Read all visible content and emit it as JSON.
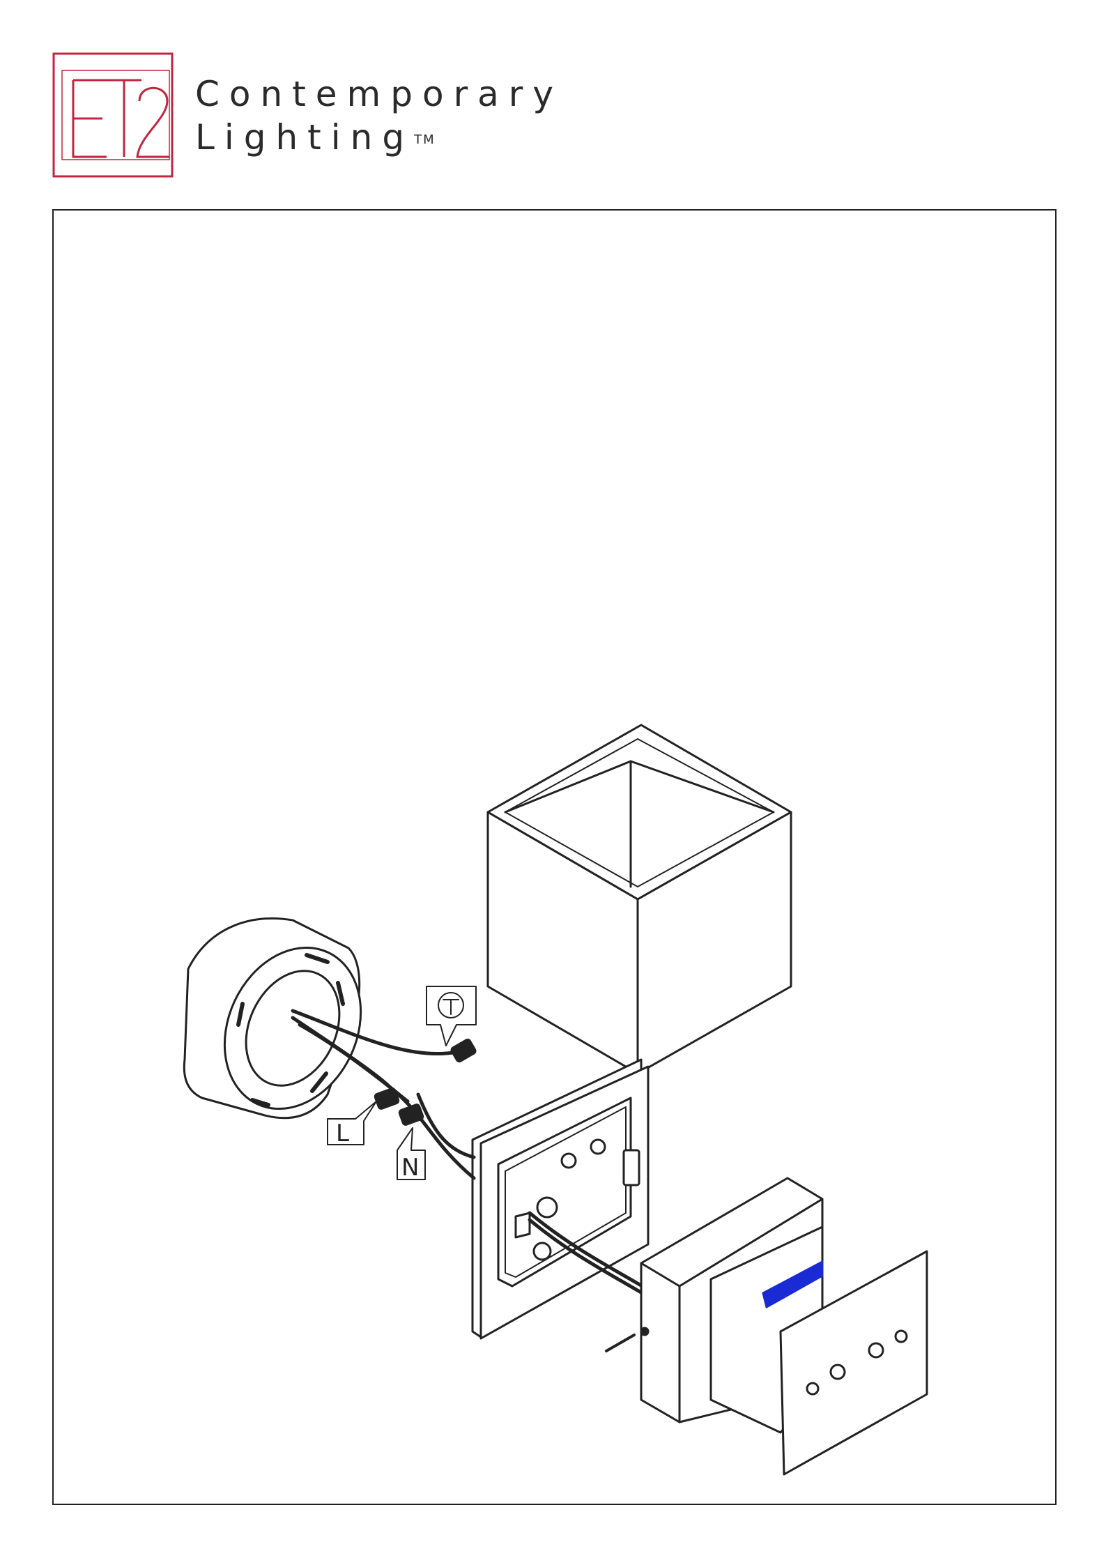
{
  "header": {
    "logo_mark": "ET2",
    "brand_line1": "Contemporary",
    "brand_line2": "Lighting",
    "trademark": "TM"
  },
  "diagram": {
    "labels": {
      "line": "L",
      "neutral": "N"
    },
    "icons": [
      "ground-icon"
    ],
    "colors": {
      "logo": "#c0263f",
      "ink": "#222222",
      "led_strip": "#1a2bd6"
    }
  }
}
